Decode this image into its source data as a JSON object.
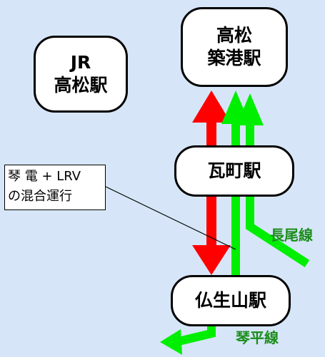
{
  "stations": {
    "jr": [
      "JR",
      "高松駅"
    ],
    "chikko": [
      "高松",
      "築港駅"
    ],
    "kawaramachi": [
      "瓦町駅"
    ],
    "busshozan": [
      "仏生山駅"
    ]
  },
  "note": [
    "琴 電 + LRV",
    "の混合運行"
  ],
  "lines": {
    "nagao": "長尾線",
    "kotohira": "琴平線"
  },
  "colors": {
    "background": "#d6e6f8",
    "mixed_route": "#ff0000",
    "kotoden_route": "#00ee00",
    "line_label": "#1a8c1a"
  }
}
